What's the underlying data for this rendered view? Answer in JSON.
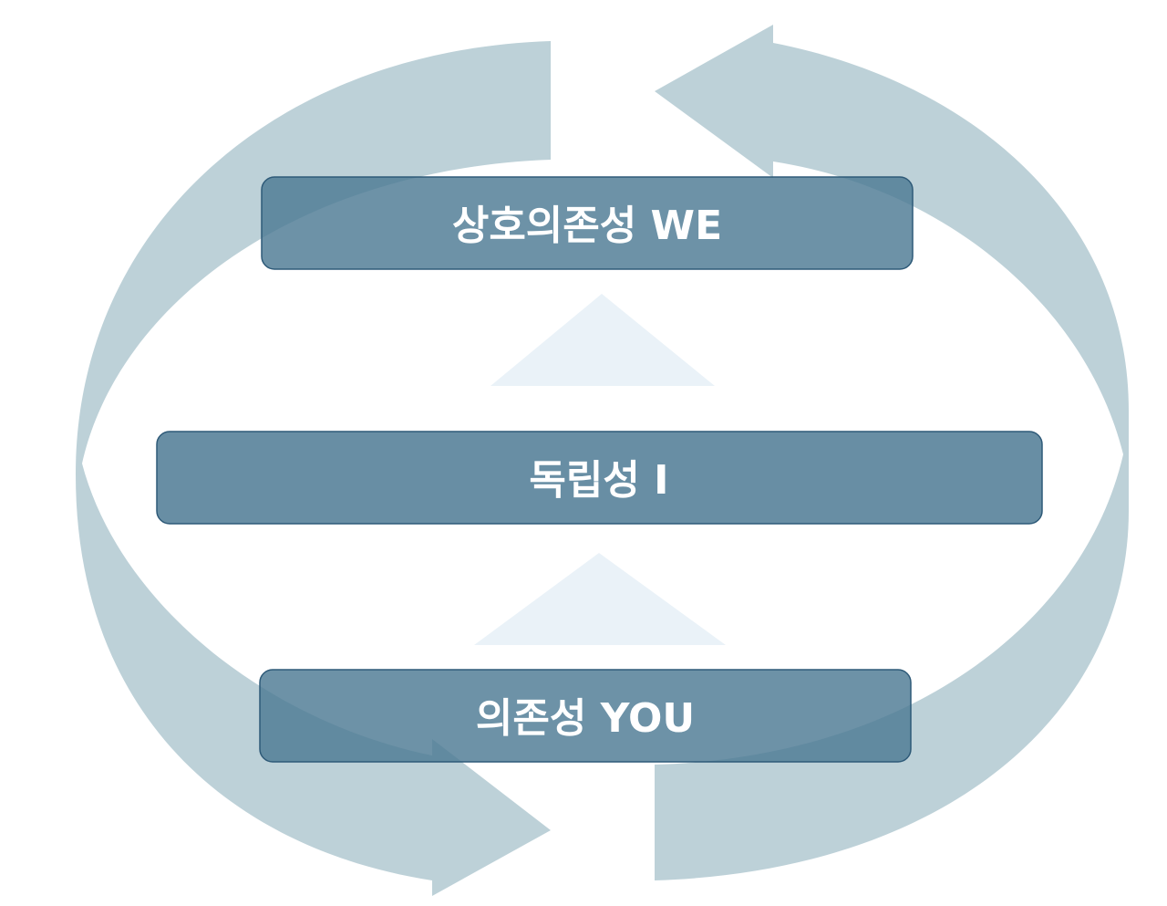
{
  "diagram": {
    "levels": [
      {
        "id": "interdependence",
        "label": "상호의존성 WE"
      },
      {
        "id": "independence",
        "label": "독립성 I"
      },
      {
        "id": "dependence",
        "label": "의존성 YOU"
      }
    ],
    "colors": {
      "cycle_arrow": "#BDD1D8",
      "box_fill": "#4D7A94",
      "box_border": "#2E5A78",
      "up_arrow": "#EAF2F8",
      "text": "#FFFFFF"
    }
  }
}
